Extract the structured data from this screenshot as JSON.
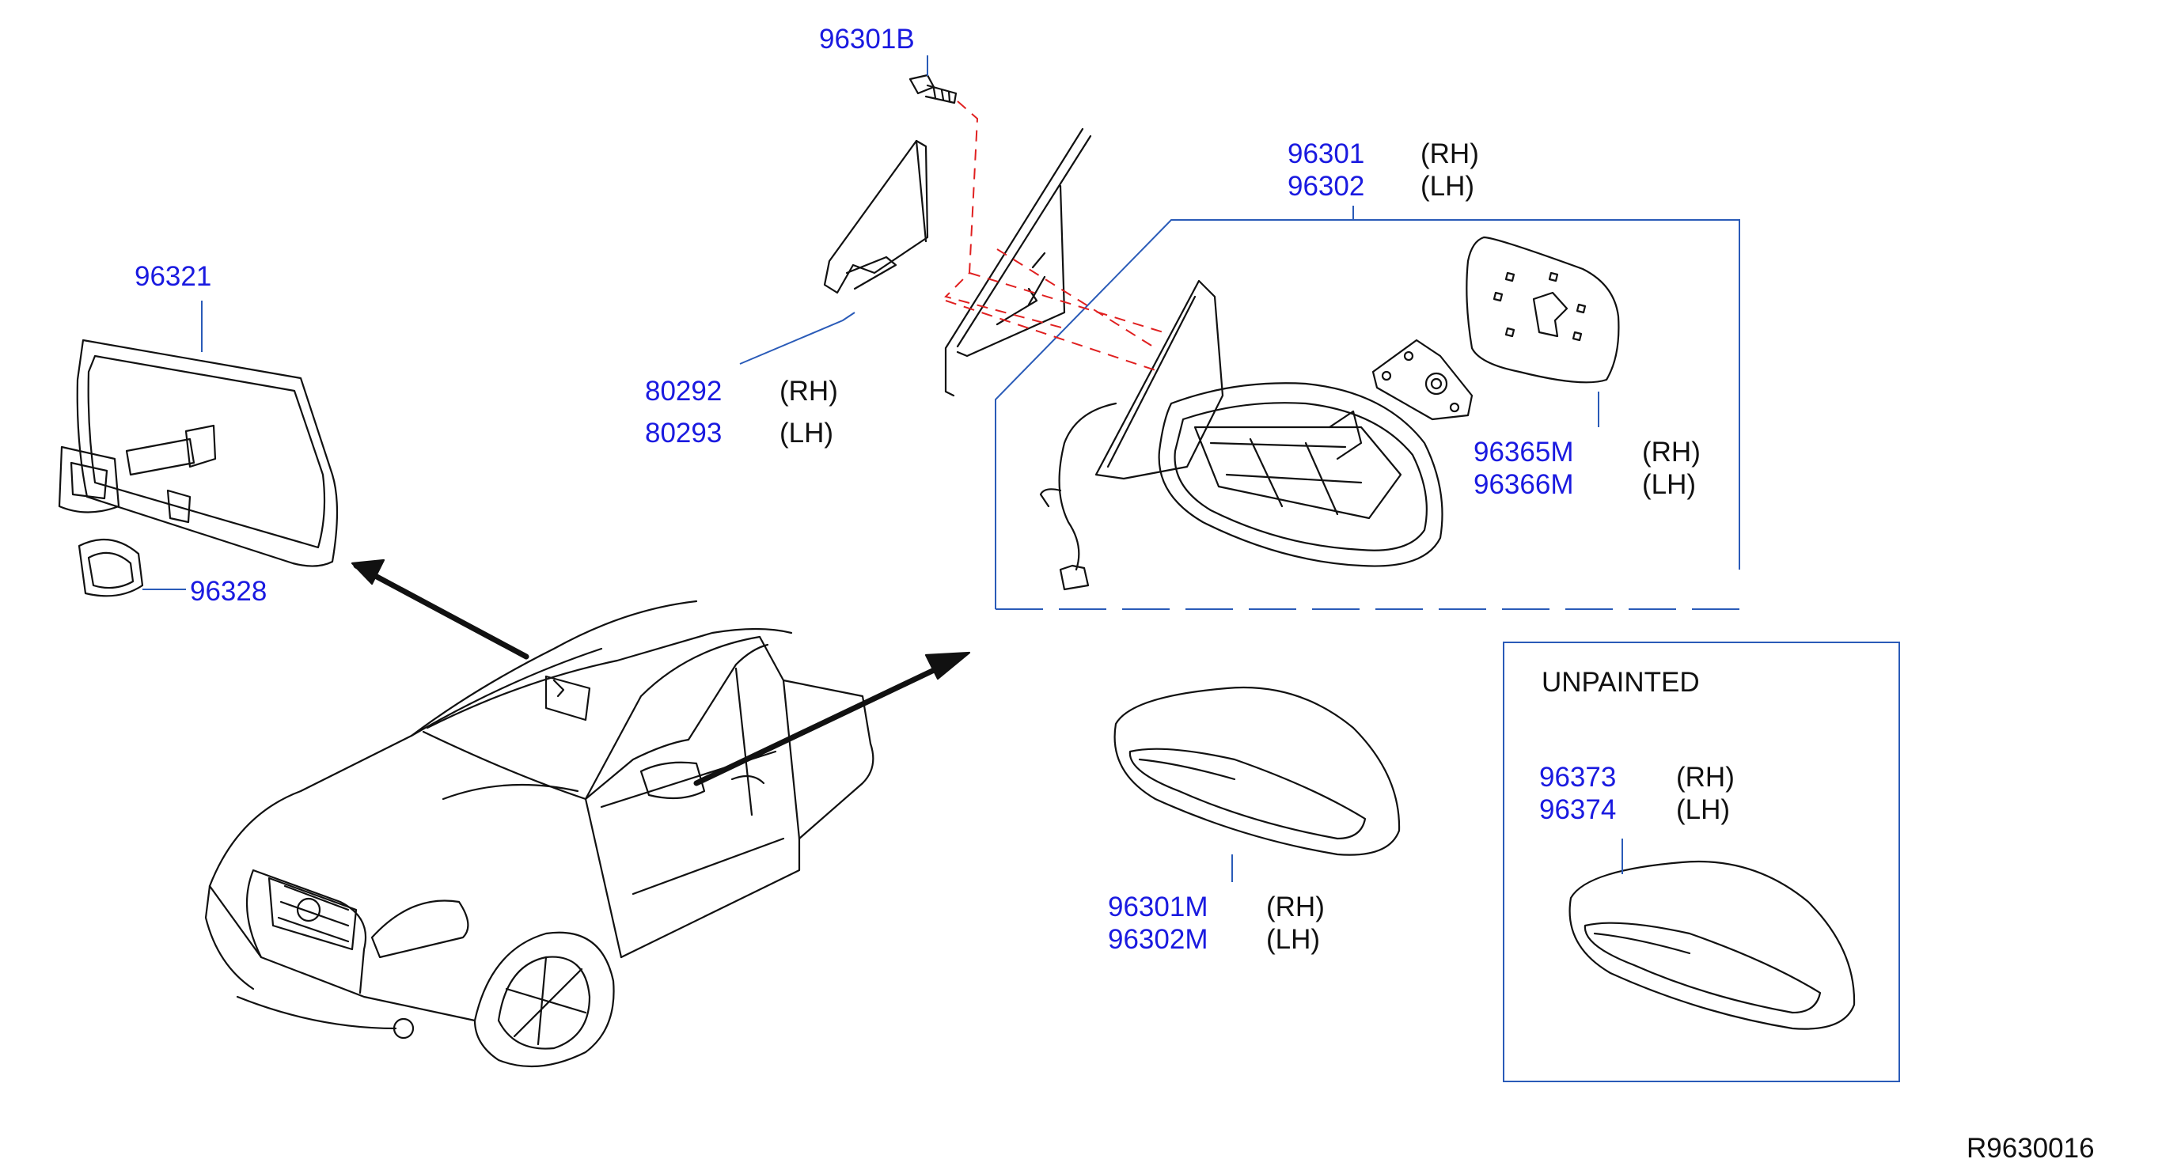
{
  "labels": {
    "bolt": "96301B",
    "inner_mirror": "96321",
    "inner_mirror_sub": "96328",
    "corner_rh": "80292",
    "corner_lh": "80293",
    "mirror_rh": "96301",
    "mirror_lh": "96302",
    "glass_rh": "96365M",
    "glass_lh": "96366M",
    "cover_rh": "96301M",
    "cover_lh": "96302M",
    "unpainted_rh": "96373",
    "unpainted_lh": "96374",
    "rh": "(RH)",
    "lh": "(LH)",
    "unpainted_title": "UNPAINTED",
    "drawing_code": "R9630016"
  },
  "colors": {
    "part_number": "#1a1ae0",
    "leader_line": "#2a5bb8",
    "outline": "#111111",
    "dashed_red": "#e02020"
  }
}
